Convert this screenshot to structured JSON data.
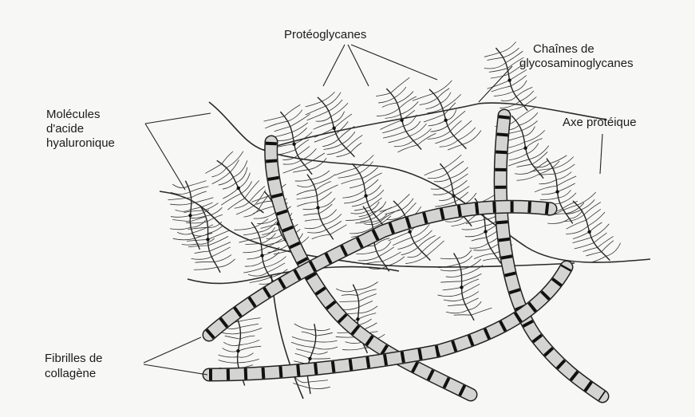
{
  "labels": {
    "proteoglycanes": "Protéoglycanes",
    "chaines_line1": "Chaînes de",
    "chaines_line2": "glycosaminoglycanes",
    "hyaluronique_line1": "Molécules",
    "hyaluronique_line2": "d'acide",
    "hyaluronique_line3": "hyaluronique",
    "axe": "Axe protéique",
    "fibrilles_line1": "Fibrilles de",
    "fibrilles_line2": "collagène"
  },
  "colors": {
    "fibril_fill": "#d4d4d2",
    "fibril_band": "#111111",
    "line": "#222222",
    "background": "#f7f7f5"
  }
}
